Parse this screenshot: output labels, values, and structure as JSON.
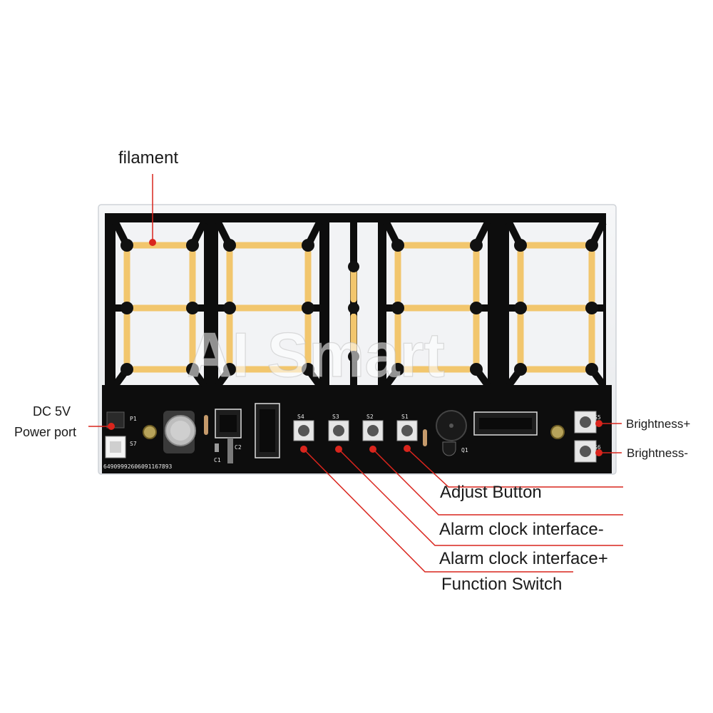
{
  "colors": {
    "pcb": "#0d0d0d",
    "filament": "#f2c66d",
    "leader": "#d9251d",
    "acrylic": "#eef0f2"
  },
  "labels": {
    "filament": "filament",
    "dc_power_line1": "DC 5V",
    "dc_power_line2": "Power port",
    "brightness_plus": "Brightness+",
    "brightness_minus": "Brightness-",
    "adjust_button": "Adjust Button",
    "alarm_minus": "Alarm clock interface-",
    "alarm_plus": "Alarm clock interface+",
    "function_switch": "Function Switch"
  },
  "watermark": "AI Smart",
  "silkscreen": {
    "s4": "S4",
    "s3": "S3",
    "s2": "S2",
    "s1": "S1",
    "s5": "S5",
    "s6": "S6",
    "s7": "S7",
    "p1": "P1",
    "c1": "C1",
    "c2": "C2",
    "q1": "Q1",
    "serial": "64909992606091167893"
  }
}
